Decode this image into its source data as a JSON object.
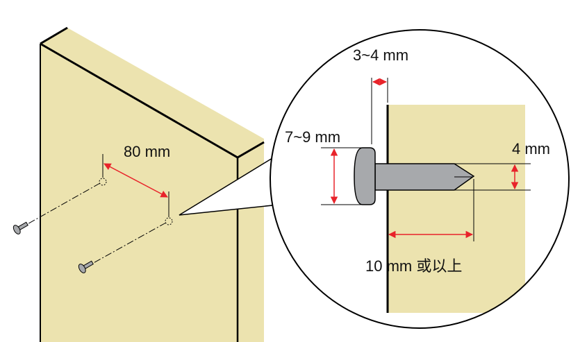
{
  "labels": {
    "hole_spacing": "80 mm",
    "head_gap": "3~4 mm",
    "head_diameter": "7~9 mm",
    "shank_diameter": "4 mm",
    "embed_depth": "10 mm 或以上"
  },
  "colors": {
    "board": "#ece3af",
    "dimension": "#e8232a",
    "screw": "#a7a9ac",
    "outline": "#000000"
  },
  "icons": [
    "screw-icon"
  ]
}
